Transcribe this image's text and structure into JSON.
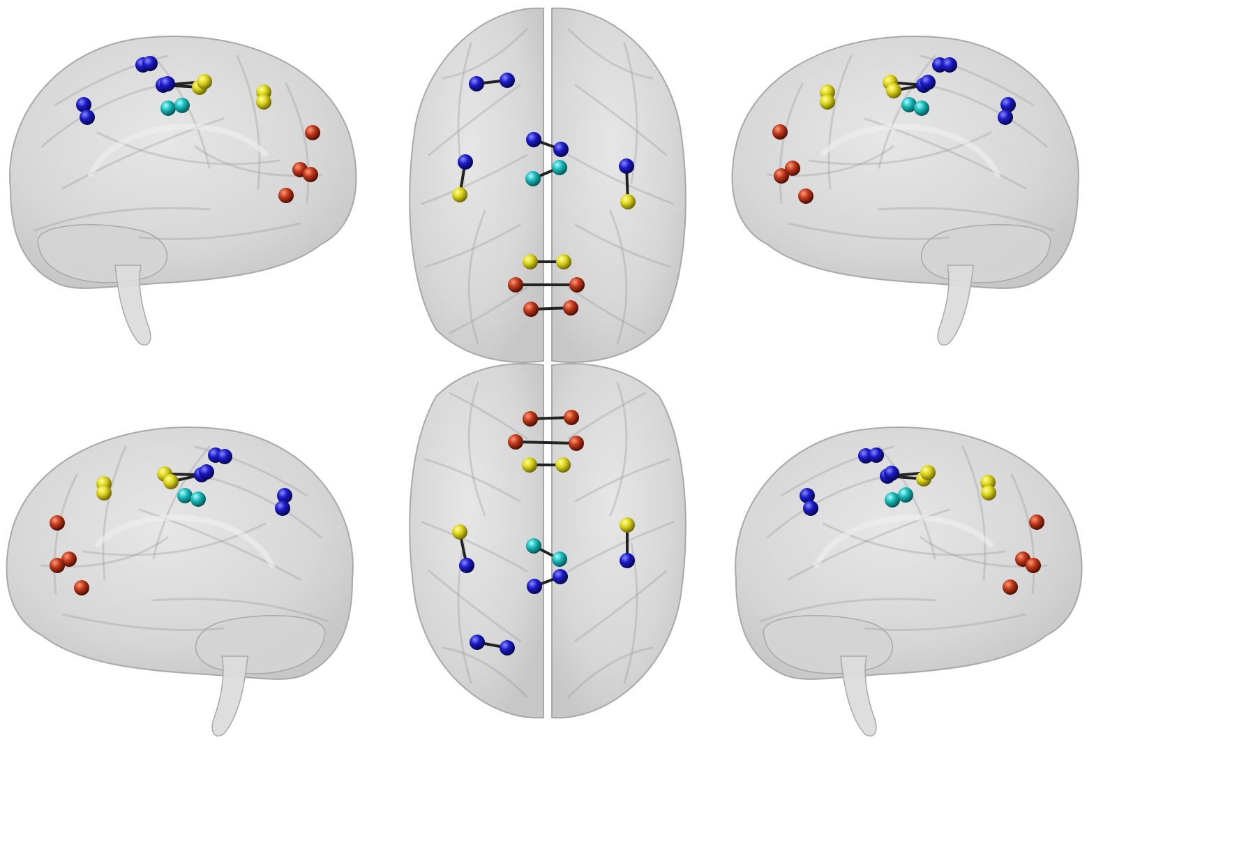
{
  "colors": {
    "background": "#ffffff",
    "brain_fill": "#c8c8c8",
    "brain_edge": "#a8a8a8",
    "sulcus": "#9a9a9a",
    "edge": "#222222",
    "blue": "#1515b8",
    "yellow": "#d8d21a",
    "cyan": "#19b5b5",
    "red": "#b8361a"
  },
  "views": [
    {
      "name": "left-lateral-view",
      "kind": "sagittal",
      "nodes": [
        {
          "id": "b1",
          "c": "blue"
        },
        {
          "id": "b2",
          "c": "blue"
        },
        {
          "id": "b3",
          "c": "blue"
        },
        {
          "id": "b4",
          "c": "blue"
        },
        {
          "id": "b5",
          "c": "blue"
        },
        {
          "id": "b6",
          "c": "blue"
        },
        {
          "id": "y1",
          "c": "yellow"
        },
        {
          "id": "y2",
          "c": "yellow"
        },
        {
          "id": "y3",
          "c": "yellow"
        },
        {
          "id": "y4",
          "c": "yellow"
        },
        {
          "id": "c1",
          "c": "cyan"
        },
        {
          "id": "c2",
          "c": "cyan"
        },
        {
          "id": "r1",
          "c": "red"
        },
        {
          "id": "r2",
          "c": "red"
        },
        {
          "id": "r3",
          "c": "red"
        },
        {
          "id": "r4",
          "c": "red"
        }
      ],
      "edges": [
        [
          "b5",
          "y1"
        ],
        [
          "b5",
          "y2"
        ]
      ]
    },
    {
      "name": "top-view",
      "kind": "axial",
      "nodes": [
        {
          "id": "b1",
          "c": "blue"
        },
        {
          "id": "b2",
          "c": "blue"
        },
        {
          "id": "b3",
          "c": "blue"
        },
        {
          "id": "b4",
          "c": "blue"
        },
        {
          "id": "b5",
          "c": "blue"
        },
        {
          "id": "b6",
          "c": "blue"
        },
        {
          "id": "y1",
          "c": "yellow"
        },
        {
          "id": "y2",
          "c": "yellow"
        },
        {
          "id": "y3",
          "c": "yellow"
        },
        {
          "id": "y4",
          "c": "yellow"
        },
        {
          "id": "c1",
          "c": "cyan"
        },
        {
          "id": "c2",
          "c": "cyan"
        },
        {
          "id": "r1",
          "c": "red"
        },
        {
          "id": "r2",
          "c": "red"
        },
        {
          "id": "r3",
          "c": "red"
        },
        {
          "id": "r4",
          "c": "red"
        }
      ],
      "edges": [
        [
          "b1",
          "b2"
        ],
        [
          "b3",
          "b4"
        ],
        [
          "b5",
          "y1"
        ],
        [
          "b6",
          "y2"
        ],
        [
          "c1",
          "c2"
        ],
        [
          "y3",
          "y4"
        ],
        [
          "r1",
          "r2"
        ],
        [
          "r3",
          "r4"
        ]
      ]
    },
    {
      "name": "right-lateral-view",
      "kind": "sagittal",
      "nodes": [
        {
          "id": "b1",
          "c": "blue"
        },
        {
          "id": "b2",
          "c": "blue"
        },
        {
          "id": "b3",
          "c": "blue"
        },
        {
          "id": "b4",
          "c": "blue"
        },
        {
          "id": "b5",
          "c": "blue"
        },
        {
          "id": "b6",
          "c": "blue"
        },
        {
          "id": "y1",
          "c": "yellow"
        },
        {
          "id": "y2",
          "c": "yellow"
        },
        {
          "id": "y3",
          "c": "yellow"
        },
        {
          "id": "y4",
          "c": "yellow"
        },
        {
          "id": "c1",
          "c": "cyan"
        },
        {
          "id": "c2",
          "c": "cyan"
        },
        {
          "id": "r1",
          "c": "red"
        },
        {
          "id": "r2",
          "c": "red"
        },
        {
          "id": "r3",
          "c": "red"
        },
        {
          "id": "r4",
          "c": "red"
        }
      ],
      "edges": [
        [
          "y1",
          "b3"
        ],
        [
          "y2",
          "b3"
        ]
      ]
    },
    {
      "name": "left-medial-view",
      "kind": "sagittal",
      "nodes": [
        {
          "id": "b1",
          "c": "blue"
        },
        {
          "id": "b2",
          "c": "blue"
        },
        {
          "id": "b3",
          "c": "blue"
        },
        {
          "id": "b4",
          "c": "blue"
        },
        {
          "id": "b5",
          "c": "blue"
        },
        {
          "id": "b6",
          "c": "blue"
        },
        {
          "id": "y1",
          "c": "yellow"
        },
        {
          "id": "y2",
          "c": "yellow"
        },
        {
          "id": "y3",
          "c": "yellow"
        },
        {
          "id": "y4",
          "c": "yellow"
        },
        {
          "id": "c1",
          "c": "cyan"
        },
        {
          "id": "c2",
          "c": "cyan"
        },
        {
          "id": "r1",
          "c": "red"
        },
        {
          "id": "r2",
          "c": "red"
        },
        {
          "id": "r3",
          "c": "red"
        },
        {
          "id": "r4",
          "c": "red"
        }
      ],
      "edges": [
        [
          "y1",
          "b3"
        ],
        [
          "y2",
          "b3"
        ]
      ]
    },
    {
      "name": "bottom-view",
      "kind": "axial",
      "nodes": [
        {
          "id": "b1",
          "c": "blue"
        },
        {
          "id": "b2",
          "c": "blue"
        },
        {
          "id": "b3",
          "c": "blue"
        },
        {
          "id": "b4",
          "c": "blue"
        },
        {
          "id": "b5",
          "c": "blue"
        },
        {
          "id": "b6",
          "c": "blue"
        },
        {
          "id": "y1",
          "c": "yellow"
        },
        {
          "id": "y2",
          "c": "yellow"
        },
        {
          "id": "y3",
          "c": "yellow"
        },
        {
          "id": "y4",
          "c": "yellow"
        },
        {
          "id": "c1",
          "c": "cyan"
        },
        {
          "id": "c2",
          "c": "cyan"
        },
        {
          "id": "r1",
          "c": "red"
        },
        {
          "id": "r2",
          "c": "red"
        },
        {
          "id": "r3",
          "c": "red"
        },
        {
          "id": "r4",
          "c": "red"
        }
      ],
      "edges": [
        [
          "r1",
          "r2"
        ],
        [
          "r3",
          "r4"
        ],
        [
          "y3",
          "y4"
        ],
        [
          "y1",
          "b5"
        ],
        [
          "y2",
          "b6"
        ],
        [
          "c1",
          "c2"
        ],
        [
          "b3",
          "b4"
        ],
        [
          "b1",
          "b2"
        ]
      ]
    },
    {
      "name": "right-medial-view",
      "kind": "sagittal",
      "nodes": [
        {
          "id": "b1",
          "c": "blue"
        },
        {
          "id": "b2",
          "c": "blue"
        },
        {
          "id": "b3",
          "c": "blue"
        },
        {
          "id": "b4",
          "c": "blue"
        },
        {
          "id": "b5",
          "c": "blue"
        },
        {
          "id": "b6",
          "c": "blue"
        },
        {
          "id": "y1",
          "c": "yellow"
        },
        {
          "id": "y2",
          "c": "yellow"
        },
        {
          "id": "y3",
          "c": "yellow"
        },
        {
          "id": "y4",
          "c": "yellow"
        },
        {
          "id": "c1",
          "c": "cyan"
        },
        {
          "id": "c2",
          "c": "cyan"
        },
        {
          "id": "r1",
          "c": "red"
        },
        {
          "id": "r2",
          "c": "red"
        },
        {
          "id": "r3",
          "c": "red"
        },
        {
          "id": "r4",
          "c": "red"
        }
      ],
      "edges": [
        [
          "b5",
          "y1"
        ],
        [
          "b5",
          "y2"
        ]
      ]
    }
  ]
}
